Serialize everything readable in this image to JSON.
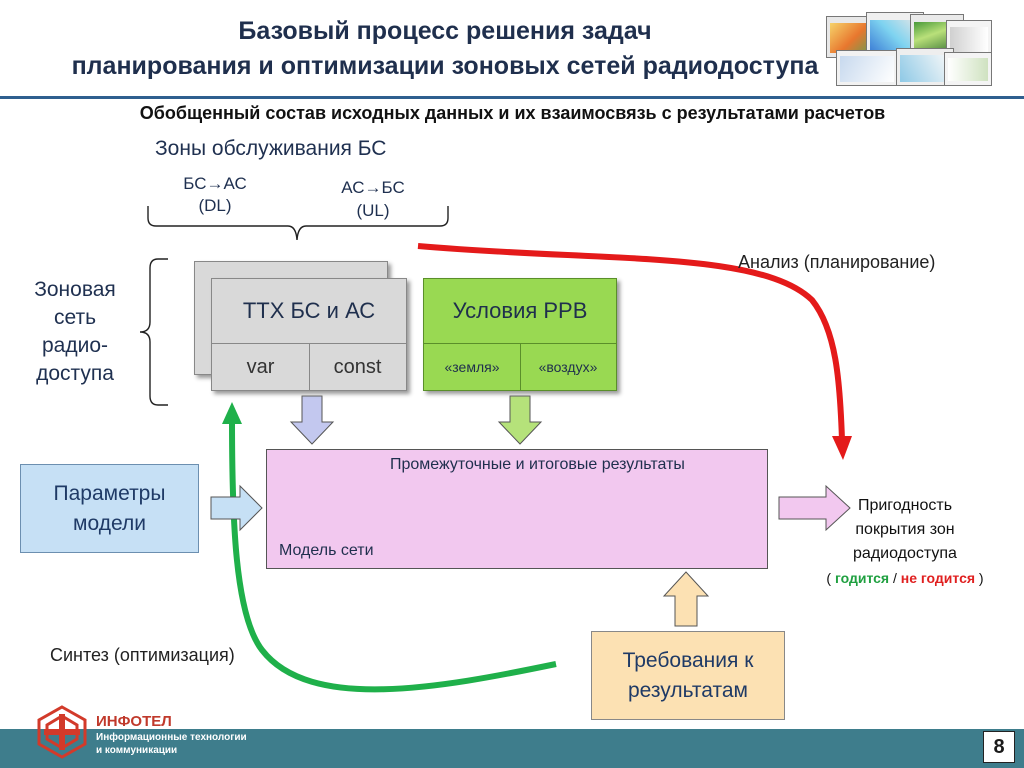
{
  "title": {
    "line1": "Базовый процесс решения задач",
    "line2": "планирования и оптимизации зоновых сетей радиодоступа"
  },
  "subtitle": "Обобщенный состав исходных данных и их взаимосвязь с результатами расчетов",
  "zones": {
    "title": "Зоны обслуживания БС",
    "dl_label": "БС→АС",
    "dl_code": "(DL)",
    "ul_label": "АС→БС",
    "ul_code": "(UL)"
  },
  "zonal_network": {
    "line1": "Зоновая",
    "line2": "сеть",
    "line3": "радио-",
    "line4": "доступа"
  },
  "ttx_box": {
    "title": "ТТХ БС и АС",
    "var": "var",
    "const": "const"
  },
  "rrv_box": {
    "title": "Условия РРВ",
    "earth": "«земля»",
    "air": "«воздух»"
  },
  "analysis_label": "Анализ (планирование)",
  "synthesis_label": "Синтез (оптимизация)",
  "params_box": {
    "line1": "Параметры",
    "line2": "модели"
  },
  "model_box": {
    "results_label": "Промежуточные и итоговые результаты",
    "network_label": "Модель сети"
  },
  "fitness": {
    "line1": "Пригодность",
    "line2": "покрытия зон",
    "line3": "радиодоступа",
    "open": "(",
    "good": "годится",
    "sep": "/",
    "bad": "не годится",
    "close": ")"
  },
  "requirements_box": {
    "line1": "Требования к",
    "line2": "результатам"
  },
  "footer": {
    "brand": "ИНФОТЕЛ",
    "tagline1": "Информационные технологии",
    "tagline2": "и коммуникации",
    "page_number": "8"
  },
  "colors": {
    "analysis_arrow": "#e41a1a",
    "synthesis_arrow": "#1fb04a",
    "good_text": "#1fa040",
    "bad_text": "#e02020",
    "model_fill": "#f2c8ef",
    "rrv_fill": "#99d952",
    "params_fill": "#c6e0f5",
    "req_fill": "#fce1b3"
  }
}
